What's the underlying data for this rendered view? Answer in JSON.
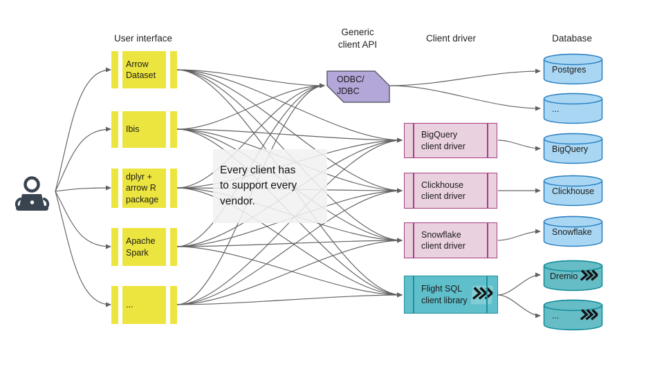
{
  "headers": {
    "user_interface": "User interface",
    "generic_client_api": "Generic\nclient API",
    "client_driver": "Client driver",
    "database": "Database"
  },
  "note": {
    "text": "Every client has\nto support every\nvendor."
  },
  "nodes": {
    "ui": [
      {
        "id": "arrow_dataset",
        "label": "Arrow\nDataset"
      },
      {
        "id": "ibis",
        "label": "Ibis"
      },
      {
        "id": "dplyr",
        "label": "dplyr +\narrow R\npackage"
      },
      {
        "id": "spark",
        "label": "Apache\nSpark"
      },
      {
        "id": "ui_more",
        "label": "..."
      }
    ],
    "api": [
      {
        "id": "odbc",
        "label": "ODBC/\nJDBC"
      }
    ],
    "drivers": [
      {
        "id": "drv_bigquery",
        "label": "BigQuery\nclient driver"
      },
      {
        "id": "drv_clickhouse",
        "label": "Clickhouse\nclient driver"
      },
      {
        "id": "drv_snowflake",
        "label": "Snowflake\nclient driver"
      },
      {
        "id": "drv_flightsql",
        "label": "Flight SQL\nclient library",
        "icon": "fast-forward-chevrons"
      }
    ],
    "databases": [
      {
        "id": "db_postgres",
        "label": "Postgres",
        "variant": "blue"
      },
      {
        "id": "db_more_blue",
        "label": "...",
        "variant": "blue"
      },
      {
        "id": "db_bigquery",
        "label": "BigQuery",
        "variant": "blue"
      },
      {
        "id": "db_clickhouse",
        "label": "Clickhouse",
        "variant": "blue"
      },
      {
        "id": "db_snowflake",
        "label": "Snowflake",
        "variant": "blue"
      },
      {
        "id": "db_dremio",
        "label": "Dremio",
        "variant": "teal",
        "icon": "fast-forward-chevrons"
      },
      {
        "id": "db_more_teal",
        "label": "...",
        "variant": "teal",
        "icon": "fast-forward-chevrons"
      }
    ]
  },
  "edges": [
    [
      "person",
      "arrow_dataset"
    ],
    [
      "person",
      "ibis"
    ],
    [
      "person",
      "dplyr"
    ],
    [
      "person",
      "spark"
    ],
    [
      "person",
      "ui_more"
    ],
    [
      "arrow_dataset",
      "odbc"
    ],
    [
      "arrow_dataset",
      "drv_bigquery"
    ],
    [
      "arrow_dataset",
      "drv_clickhouse"
    ],
    [
      "arrow_dataset",
      "drv_snowflake"
    ],
    [
      "arrow_dataset",
      "drv_flightsql"
    ],
    [
      "ibis",
      "odbc"
    ],
    [
      "ibis",
      "drv_bigquery"
    ],
    [
      "ibis",
      "drv_clickhouse"
    ],
    [
      "ibis",
      "drv_snowflake"
    ],
    [
      "ibis",
      "drv_flightsql"
    ],
    [
      "dplyr",
      "odbc"
    ],
    [
      "dplyr",
      "drv_bigquery"
    ],
    [
      "dplyr",
      "drv_clickhouse"
    ],
    [
      "dplyr",
      "drv_snowflake"
    ],
    [
      "dplyr",
      "drv_flightsql"
    ],
    [
      "spark",
      "odbc"
    ],
    [
      "spark",
      "drv_bigquery"
    ],
    [
      "spark",
      "drv_clickhouse"
    ],
    [
      "spark",
      "drv_snowflake"
    ],
    [
      "spark",
      "drv_flightsql"
    ],
    [
      "ui_more",
      "odbc"
    ],
    [
      "ui_more",
      "drv_bigquery"
    ],
    [
      "ui_more",
      "drv_clickhouse"
    ],
    [
      "ui_more",
      "drv_snowflake"
    ],
    [
      "ui_more",
      "drv_flightsql"
    ],
    [
      "odbc",
      "db_postgres"
    ],
    [
      "odbc",
      "db_more_blue"
    ],
    [
      "drv_bigquery",
      "db_bigquery"
    ],
    [
      "drv_clickhouse",
      "db_clickhouse"
    ],
    [
      "drv_snowflake",
      "db_snowflake"
    ],
    [
      "drv_flightsql",
      "db_dremio"
    ],
    [
      "drv_flightsql",
      "db_more_teal"
    ]
  ],
  "colors": {
    "ui_fill": "#EDE53F",
    "driver_fill": "#EAD1E0",
    "driver_border": "#A53B7F",
    "flight_fill": "#5FBFCA",
    "flight_border": "#1E8E9B",
    "api_fill": "#B3A6D8",
    "api_border": "#5F5B6B",
    "db_blue_fill": "#A9D7F3",
    "db_blue_border": "#2A7FC0",
    "db_teal_fill": "#67BDC6",
    "db_teal_border": "#0D8A96",
    "edge": "#616161",
    "person": "#3A4450"
  }
}
